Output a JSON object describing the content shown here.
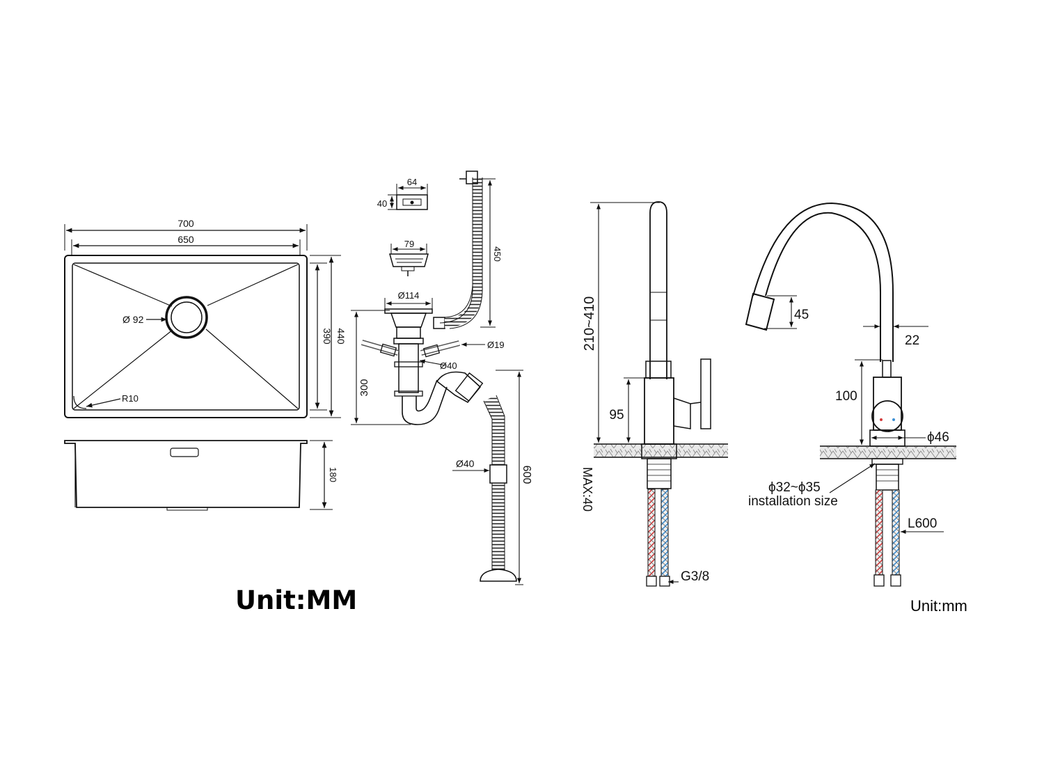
{
  "sink": {
    "outer_width": "700",
    "inner_width": "650",
    "inner_depth": "390",
    "outer_depth": "440",
    "drain_diameter": "Ø 92",
    "corner_radius": "R10",
    "height": "180"
  },
  "drain": {
    "overflow_width": "64",
    "overflow_height": "40",
    "strainer_width": "79",
    "flange_diameter": "Ø114",
    "hose_length": "450",
    "inlet_diameter": "Ø19",
    "outlet_diameter": "Ø40",
    "trap_height": "300",
    "pipe_diameter": "Ø40",
    "pipe_length": "600"
  },
  "faucet_side": {
    "height_range": "210~410",
    "base_height": "95",
    "max_thickness": "MAX:40",
    "thread": "G3/8"
  },
  "faucet_front": {
    "spray_height": "45",
    "spout_diameter": "22",
    "body_height": "100",
    "base_diameter": "ϕ46",
    "hole_size": "ϕ32~ϕ35",
    "hole_label": "installation size",
    "hose_length": "L600"
  },
  "units": {
    "left": "Unit:MM",
    "right": "Unit:mm"
  }
}
